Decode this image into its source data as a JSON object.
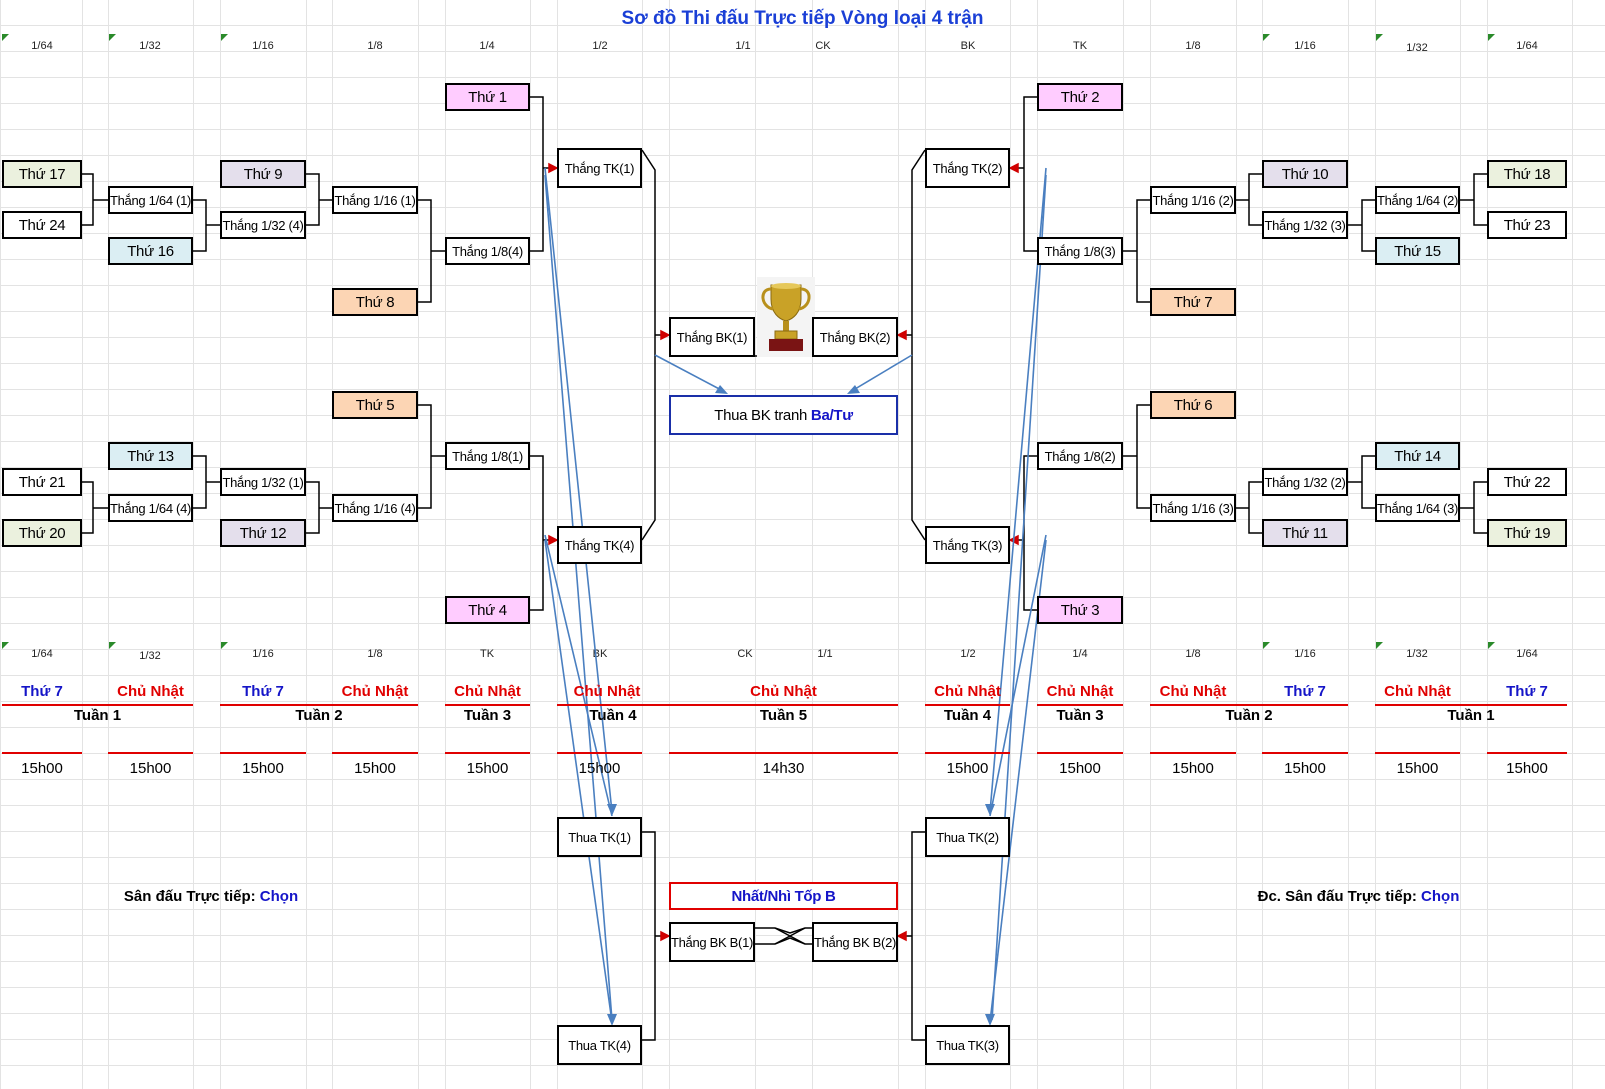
{
  "title": "Sơ đồ Thi đấu Trực tiếp Vòng loại 4 trận",
  "round_labels_top": [
    {
      "id": "t1",
      "text": "1/64"
    },
    {
      "id": "t2",
      "text": "1/32"
    },
    {
      "id": "t3",
      "text": "1/16"
    },
    {
      "id": "t4",
      "text": "1/8"
    },
    {
      "id": "t5",
      "text": "1/4"
    },
    {
      "id": "t6",
      "text": "1/2"
    },
    {
      "id": "t7",
      "text": "1/1"
    },
    {
      "id": "t8",
      "text": "CK"
    },
    {
      "id": "t9",
      "text": "BK"
    },
    {
      "id": "t10",
      "text": "TK"
    },
    {
      "id": "t11",
      "text": "1/8"
    },
    {
      "id": "t12",
      "text": "1/16"
    },
    {
      "id": "t13",
      "text": "1/32"
    },
    {
      "id": "t14",
      "text": "1/64"
    }
  ],
  "round_labels_bottom": [
    {
      "id": "b1",
      "text": "1/64"
    },
    {
      "id": "b2",
      "text": "1/32"
    },
    {
      "id": "b3",
      "text": "1/16"
    },
    {
      "id": "b4",
      "text": "1/8"
    },
    {
      "id": "b5",
      "text": "TK"
    },
    {
      "id": "b6",
      "text": "BK"
    },
    {
      "id": "b7",
      "text": "CK"
    },
    {
      "id": "b8",
      "text": "1/1"
    },
    {
      "id": "b9",
      "text": "1/2"
    },
    {
      "id": "b10",
      "text": "1/4"
    },
    {
      "id": "b11",
      "text": "1/8"
    },
    {
      "id": "b12",
      "text": "1/16"
    },
    {
      "id": "b13",
      "text": "1/32"
    },
    {
      "id": "b14",
      "text": "1/64"
    }
  ],
  "boxes": {
    "thu1": "Thứ 1",
    "thu2": "Thứ 2",
    "thu3": "Thứ 3",
    "thu4": "Thứ 4",
    "thu5": "Thứ 5",
    "thu6": "Thứ 6",
    "thu7": "Thứ 7",
    "thu8": "Thứ 8",
    "thu9": "Thứ 9",
    "thu10": "Thứ 10",
    "thu11": "Thứ 11",
    "thu12": "Thứ 12",
    "thu13": "Thứ 13",
    "thu14": "Thứ 14",
    "thu15": "Thứ 15",
    "thu16": "Thứ 16",
    "thu17": "Thứ 17",
    "thu18": "Thứ 18",
    "thu19": "Thứ 19",
    "thu20": "Thứ 20",
    "thu21": "Thứ 21",
    "thu22": "Thứ 22",
    "thu23": "Thứ 23",
    "thu24": "Thứ 24",
    "w164_1": "Thắng 1/64 (1)",
    "w164_2": "Thắng 1/64 (2)",
    "w164_3": "Thắng 1/64 (3)",
    "w164_4": "Thắng 1/64 (4)",
    "w132_1": "Thắng 1/32 (1)",
    "w132_2": "Thắng 1/32 (2)",
    "w132_3": "Thắng 1/32 (3)",
    "w132_4": "Thắng 1/32 (4)",
    "w116_1": "Thắng 1/16 (1)",
    "w116_2": "Thắng 1/16 (2)",
    "w116_3": "Thắng 1/16 (3)",
    "w116_4": "Thắng 1/16 (4)",
    "w18_1": "Thắng 1/8(1)",
    "w18_2": "Thắng 1/8(2)",
    "w18_3": "Thắng 1/8(3)",
    "w18_4": "Thắng 1/8(4)",
    "wtk1": "Thắng TK(1)",
    "wtk2": "Thắng TK(2)",
    "wtk3": "Thắng TK(3)",
    "wtk4": "Thắng TK(4)",
    "wbk1": "Thắng BK(1)",
    "wbk2": "Thắng BK(2)",
    "ltk1": "Thua TK(1)",
    "ltk2": "Thua TK(2)",
    "ltk3": "Thua TK(3)",
    "ltk4": "Thua TK(4)",
    "wbkb1": "Thắng BK B(1)",
    "wbkb2": "Thắng BK B(2)"
  },
  "third_place": {
    "prefix": "Thua BK tranh ",
    "highlight": "Ba/Tư"
  },
  "group_b": "Nhất/Nhì Tốp B",
  "schedule": {
    "days": [
      {
        "id": "d1",
        "text": "Thứ 7",
        "color": "navy"
      },
      {
        "id": "d2",
        "text": "Chủ Nhật",
        "color": "red"
      },
      {
        "id": "d3",
        "text": "Thứ 7",
        "color": "navy"
      },
      {
        "id": "d4",
        "text": "Chủ Nhật",
        "color": "red"
      },
      {
        "id": "d5",
        "text": "Chủ Nhật",
        "color": "red"
      },
      {
        "id": "d6",
        "text": "Chủ Nhật",
        "color": "red"
      },
      {
        "id": "d7",
        "text": "Chủ Nhật",
        "color": "red"
      },
      {
        "id": "d8",
        "text": "Chủ Nhật",
        "color": "red"
      },
      {
        "id": "d9",
        "text": "Chủ Nhật",
        "color": "red"
      },
      {
        "id": "d10",
        "text": "Chủ Nhật",
        "color": "red"
      },
      {
        "id": "d11",
        "text": "Thứ 7",
        "color": "navy"
      },
      {
        "id": "d12",
        "text": "Chủ Nhật",
        "color": "red"
      },
      {
        "id": "d13",
        "text": "Thứ 7",
        "color": "navy"
      }
    ],
    "weeks": [
      {
        "id": "w1",
        "text": "Tuần 1"
      },
      {
        "id": "w2",
        "text": "Tuần 2"
      },
      {
        "id": "w3",
        "text": "Tuần 3"
      },
      {
        "id": "w4",
        "text": "Tuần 4"
      },
      {
        "id": "w5",
        "text": "Tuần 5"
      },
      {
        "id": "w6",
        "text": "Tuần 4"
      },
      {
        "id": "w7",
        "text": "Tuần 3"
      },
      {
        "id": "w8",
        "text": "Tuần 2"
      },
      {
        "id": "w9",
        "text": "Tuần 1"
      }
    ],
    "times": [
      {
        "id": "h1",
        "text": "15h00"
      },
      {
        "id": "h2",
        "text": "15h00"
      },
      {
        "id": "h3",
        "text": "15h00"
      },
      {
        "id": "h4",
        "text": "15h00"
      },
      {
        "id": "h5",
        "text": "15h00"
      },
      {
        "id": "h6",
        "text": "15h00"
      },
      {
        "id": "h7",
        "text": "14h30"
      },
      {
        "id": "h8",
        "text": "15h00"
      },
      {
        "id": "h9",
        "text": "15h00"
      },
      {
        "id": "h10",
        "text": "15h00"
      },
      {
        "id": "h11",
        "text": "15h00"
      },
      {
        "id": "h12",
        "text": "15h00"
      },
      {
        "id": "h13",
        "text": "15h00"
      }
    ]
  },
  "venue_left": {
    "label": "Sân đấu Trực tiếp: ",
    "value": "Chọn"
  },
  "venue_right": {
    "label": "Đc. Sân đấu Trực tiếp: ",
    "value": "Chọn"
  },
  "colors": {
    "title": "#1a3fd6",
    "red": "#e00000",
    "navy": "#1515c8",
    "arrow_blue": "#4a7fc0"
  }
}
